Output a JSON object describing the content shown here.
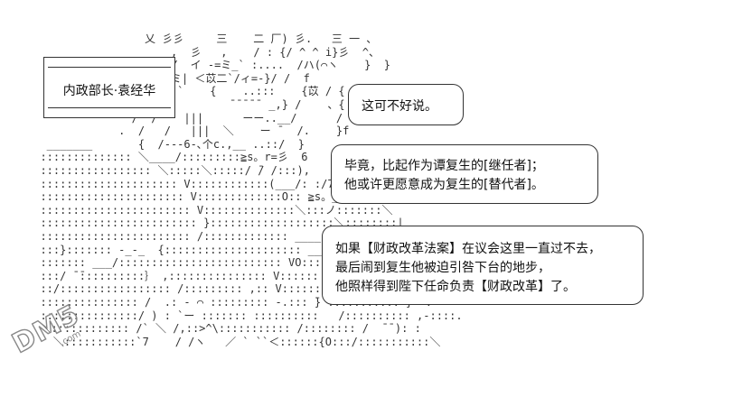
{
  "name_box": {
    "text": "内政部长·袁经华"
  },
  "bubbles": [
    {
      "lines": [
        "这可不好说。"
      ]
    },
    {
      "lines": [
        "毕竟，比起作为谭复生的[继任者]；",
        "他或许更愿意成为复生的[替代者]。"
      ]
    },
    {
      "lines": [
        "如果【财政改革法案】在议会这里一直过不去，",
        "最后闹到复生他被迫引咎下台的地步，",
        "他照样得到陛下任命负责【财政改革】了。"
      ]
    }
  ],
  "ascii_art": [
    "                  乂 彡彡     三    二 厂) 彡.   三 一 、",
    "                      ,  彡   ,    / : {/ ^ ^ i}彡  ^、",
    "                     ⌒Y  イ -=ミ_` :....  /ハ(⌒ヽ    }  }",
    "                   .:|ミ| ＜苡二`/ィ=-}/ /  f",
    "                     ` `    {    ..:::    {苡 / { 彡 |",
    "                   >|          ̄ ̄ ̄ ̄ ̄  _,} /    、{ 乂",
    "                /  /    |||      ーー..__/      /  }   }",
    "              .  /   /   |||  ＼    ー ̄   /.    }f",
    "   _______       {  /---6-､个c.,__ ..::/  }",
    "  :::::::::::::: ＼____/:::::::::≧s。r=彡  6",
    "  ::::::::::::::::: ＼:::::＼:::::/ ̄/ /:::),",
    "  ::::::::::::::::::::: V::::::::::::(___/: :/7",
    "  :::::::::::::::::::::: V:::::::::::::O:: ≧s。_ -- f",
    "  ::::::::::::::::::::::: V::::::::::::::＼:::ノ:::::::＼",
    "  :::::::::::::::::::::::: }:::::::::::::::::::＼::::::::|",
    "  ::::::::::::::::::::::: /::::::::::::: ____ V:::::::: |",
    "  :::}::::::: -_-_  {::::::::::::::::::::: ____ V:::::::::|",
    "  ::::::: ___/::::::::::::::::::::::::: VO::: ノ",
    "  :::/ ̄ ̄::::::::::｝ ,::::::::::::::: V:::::: V:::  ＼",
    "  ::/::::::::::::::::: /::::::::: ,:: V::::::::V:::::::: ＼",
    "  ::::::::::::::: /  .: - ⌒ ::::::::: -.::: ̄} ::::::::::: }  .-",
    "  :::::::::::::::/ ) : `ー ::::::: ::::::::::   /:::::::::: ,-::::.",
    "  ＼:::::::::::: /` ＼ /,::>^\\::::::::::: /:::::::: /  ̄ ̄ ): :",
    "    ＼:::::::::::`7    / /ヽ   ／ ` ``＜::::::{O:::/:::::::::::＼"
  ]
}
